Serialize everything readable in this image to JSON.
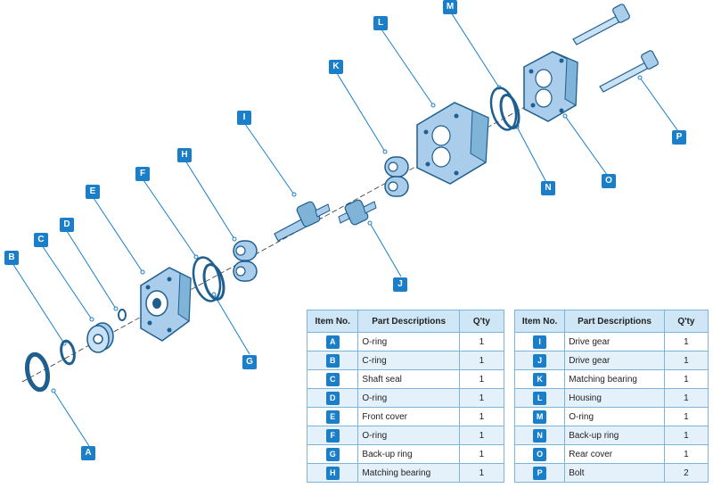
{
  "colors": {
    "part_fill": "#a9cdea",
    "part_stroke": "#1f5f8f",
    "callout": "#1a7ec8",
    "table_header": "#cfe6f7",
    "table_alt": "#e4f1fb"
  },
  "callouts": [
    "A",
    "B",
    "C",
    "D",
    "E",
    "F",
    "G",
    "H",
    "I",
    "J",
    "K",
    "L",
    "M",
    "N",
    "O",
    "P"
  ],
  "table": {
    "headers": {
      "item": "Item No.",
      "desc": "Part Descriptions",
      "qty": "Q'ty"
    },
    "left": [
      {
        "item": "A",
        "desc": "O-ring",
        "qty": "1"
      },
      {
        "item": "B",
        "desc": "C-ring",
        "qty": "1"
      },
      {
        "item": "C",
        "desc": "Shaft seal",
        "qty": "1"
      },
      {
        "item": "D",
        "desc": "O-ring",
        "qty": "1"
      },
      {
        "item": "E",
        "desc": "Front cover",
        "qty": "1"
      },
      {
        "item": "F",
        "desc": "O-ring",
        "qty": "1"
      },
      {
        "item": "G",
        "desc": "Back-up ring",
        "qty": "1"
      },
      {
        "item": "H",
        "desc": "Matching bearing",
        "qty": "1"
      }
    ],
    "right": [
      {
        "item": "I",
        "desc": "Drive gear",
        "qty": "1"
      },
      {
        "item": "J",
        "desc": "Drive gear",
        "qty": "1"
      },
      {
        "item": "K",
        "desc": "Matching bearing",
        "qty": "1"
      },
      {
        "item": "L",
        "desc": "Housing",
        "qty": "1"
      },
      {
        "item": "M",
        "desc": "O-ring",
        "qty": "1"
      },
      {
        "item": "N",
        "desc": "Back-up ring",
        "qty": "1"
      },
      {
        "item": "O",
        "desc": "Rear cover",
        "qty": "1"
      },
      {
        "item": "P",
        "desc": "Bolt",
        "qty": "2"
      }
    ]
  }
}
